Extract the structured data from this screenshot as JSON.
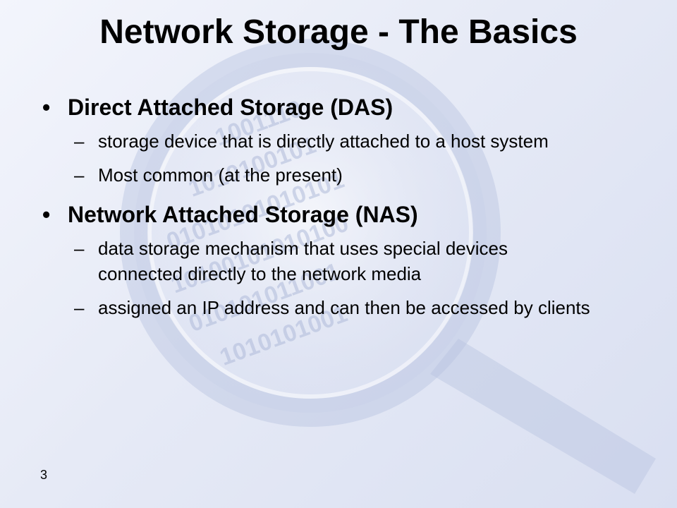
{
  "slide": {
    "title": "Network Storage - The Basics",
    "bullet_glyph": "•",
    "dash_glyph": "–",
    "page_number": "3"
  },
  "bullets": [
    {
      "heading": "Direct Attached Storage (DAS)",
      "subpoints": [
        "storage device that is directly attached to a host system",
        "Most common (at the present)"
      ]
    },
    {
      "heading": "Network Attached Storage (NAS)",
      "subpoints": [
        "data storage mechanism that uses special devices connected directly to the network media",
        "assigned an IP address and can then be accessed by clients"
      ]
    }
  ],
  "background": {
    "style": "magnifying-glass-binary-watermark",
    "base_color": "#e6eaf6",
    "watermark_digits_row1": "1001110",
    "watermark_digits_row2": "1010100101",
    "watermark_digits_row3": "01010101010101",
    "watermark_digits_row4": "10100101010100",
    "watermark_digits_row5": "010101011001",
    "watermark_digits_row6": "1010101001"
  }
}
